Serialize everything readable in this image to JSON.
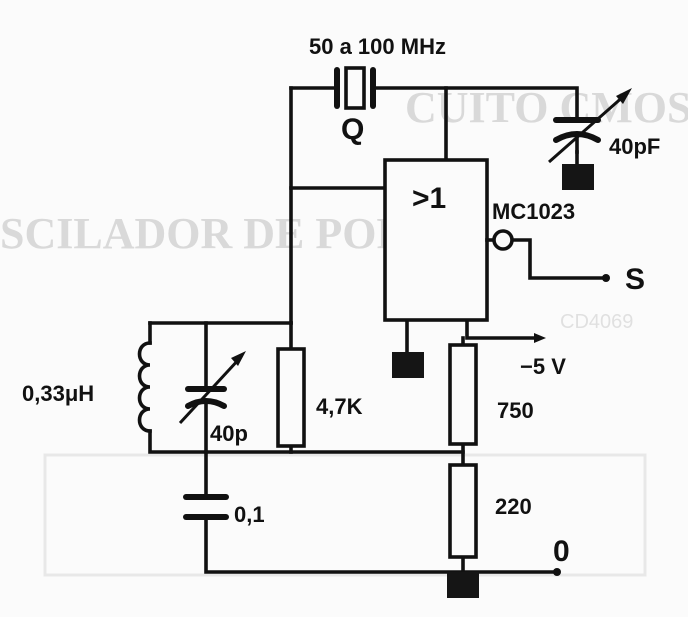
{
  "labels": {
    "freq": "50 a 100 MHz",
    "crystal": "Q",
    "gate": ">1",
    "ic": "MC1023",
    "cap_top": "40pF",
    "output": "S",
    "supply": "−5 V",
    "inductor": "0,33μH",
    "cap_var": "40p",
    "res_feedback": "4,7K",
    "res_upper": "750",
    "res_lower": "220",
    "cap_bypass": "0,1",
    "zero": "0"
  },
  "show_through": {
    "line1": "CUITO CMOS",
    "line2": "SCILADOR DE PORTE",
    "line3": "CD4069"
  }
}
